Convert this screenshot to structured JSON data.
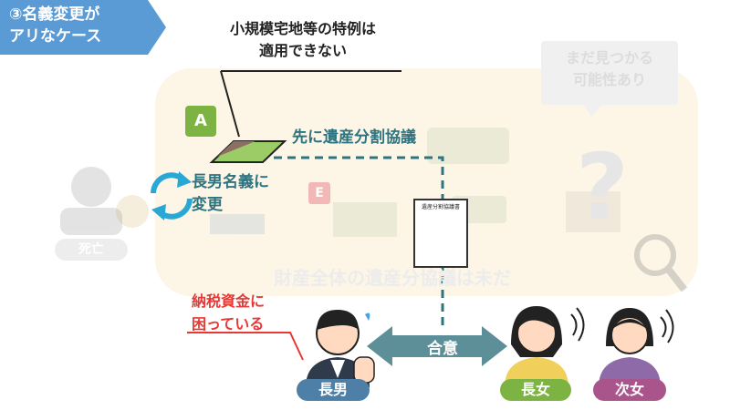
{
  "tag": {
    "line1": "③名義変更が",
    "line2": "アリなケース"
  },
  "callout_note": {
    "line1": "小規模宅地等の特例は",
    "line2": "適用できない"
  },
  "bubble": {
    "line1": "まだ見つかる",
    "line2": "可能性あり"
  },
  "badge_a": "A",
  "badge_e": "E",
  "split_label": "先に遺産分割協議",
  "change_label": {
    "line1": "長男名義に",
    "line2": "変更"
  },
  "faded_caption": "財産全体の遺産分協議は未だ",
  "deceased": "死亡",
  "tax_label": {
    "line1": "納税資金に",
    "line2": "困っている"
  },
  "document_title": "遺産分割協議書",
  "agree": "合意",
  "people": {
    "son": "長男",
    "daughter1": "長女",
    "daughter2": "次女"
  },
  "colors": {
    "tag_blue": "#5b9bd5",
    "teal": "#2e7480",
    "red": "#e53935",
    "green": "#7cb342",
    "purple": "#a9548a",
    "steel": "#4e7fa6"
  }
}
